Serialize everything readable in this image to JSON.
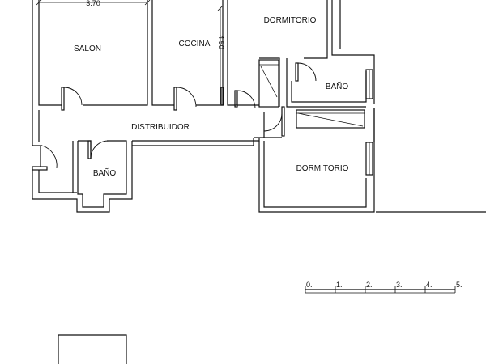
{
  "rooms": {
    "salon": "SALON",
    "cocina": "COCINA",
    "dormitorio_top": "DORMITORIO",
    "bano_top": "BAÑO",
    "distribuidor": "DISTRIBUIDOR",
    "bano_left": "BAÑO",
    "dormitorio_bottom": "DORMITORIO"
  },
  "dimensions": {
    "width_label": "3.70",
    "height_label": "4.50"
  },
  "scale_bar": {
    "ticks": [
      "0.",
      "1.",
      "2.",
      "3.",
      "4.",
      "5."
    ]
  }
}
